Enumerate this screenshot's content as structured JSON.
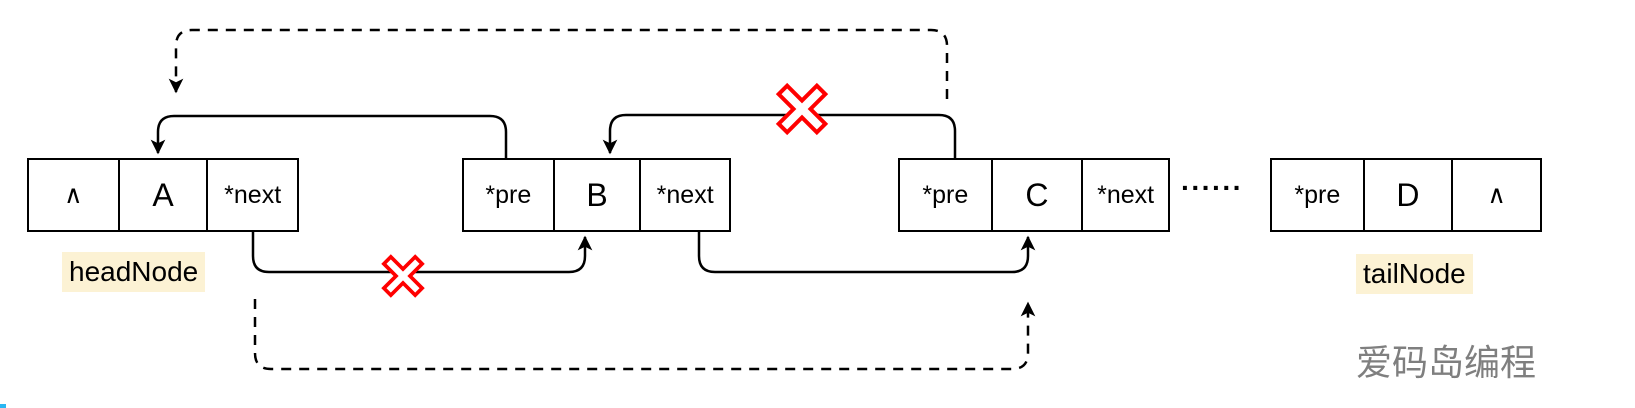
{
  "diagram": {
    "nodes": [
      {
        "id": "node-a",
        "cells": [
          "∧",
          "A",
          "*next"
        ],
        "label": "headNode"
      },
      {
        "id": "node-b",
        "cells": [
          "*pre",
          "B",
          "*next"
        ],
        "label": ""
      },
      {
        "id": "node-c",
        "cells": [
          "*pre",
          "C",
          "*next"
        ],
        "label": ""
      },
      {
        "id": "node-d",
        "cells": [
          "*pre",
          "D",
          "∧"
        ],
        "label": "tailNode"
      }
    ],
    "ellipsis": "······",
    "watermark": "爱码岛编程",
    "colors": {
      "line": "#000000",
      "cross_red": "#ff0000",
      "label_highlight": "#fcf2d4",
      "watermark_gray": "#7f7f7f",
      "artifact_blue": "#29b6f2"
    }
  }
}
